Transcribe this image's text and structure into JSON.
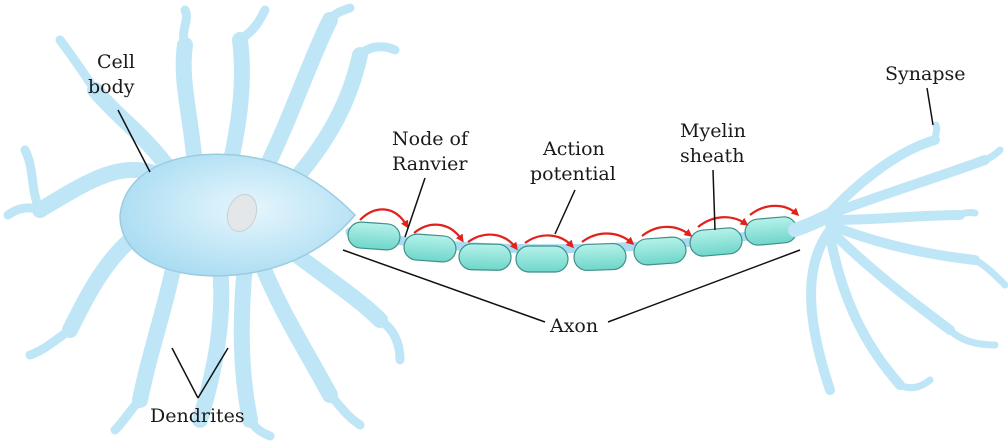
{
  "labels": {
    "cell_body_line1": "Cell",
    "cell_body_line2": "body",
    "node_line1": "Node of",
    "node_line2": "Ranvier",
    "action_line1": "Action",
    "action_line2": "potential",
    "myelin_line1": "Myelin",
    "myelin_line2": "sheath",
    "synapse": "Synapse",
    "axon": "Axon",
    "dendrites": "Dendrites"
  },
  "colors": {
    "cell_fill": "#bfe6f7",
    "cell_stroke": "#7fb2cc",
    "myelin_fill": "#8fe6dc",
    "myelin_stroke": "#3f8f8a",
    "arrow": "#e0221b",
    "nucleus": "#e3e7ea",
    "leader_line": "#111111"
  }
}
